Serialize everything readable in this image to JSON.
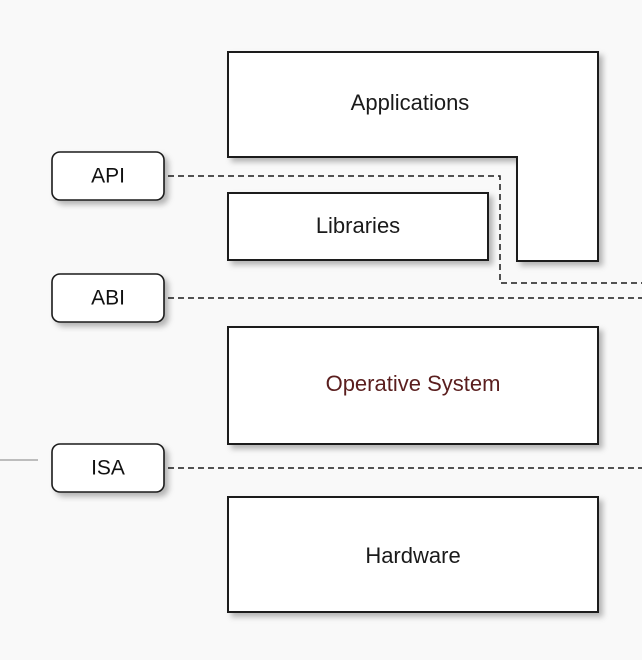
{
  "layers": {
    "applications": "Applications",
    "libraries": "Libraries",
    "operative_system": "Operative System",
    "hardware": "Hardware"
  },
  "interfaces": {
    "api": "API",
    "abi": "ABI",
    "isa": "ISA"
  },
  "colors": {
    "background": "#f9f9f9",
    "box_fill": "#ffffff",
    "stroke": "#1a1a1a",
    "os_text": "#5a1e1e"
  }
}
